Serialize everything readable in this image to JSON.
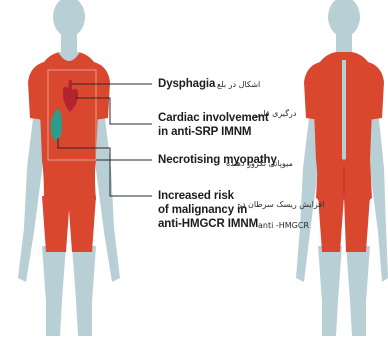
{
  "colors": {
    "skin": "#b9cfd6",
    "muscle": "#d9472f",
    "heart": "#b3242f",
    "lung": "#2e9c8b",
    "line": "#2a2a2a"
  },
  "annotations": {
    "dysphagia": {
      "en": "Dysphagia",
      "fa": "اشکال در بلع"
    },
    "cardiac": {
      "en": [
        "Cardiac involvement",
        "in anti-SRP IMNM"
      ],
      "fa": "درگیری قلبی"
    },
    "necrotising": {
      "en": "Necrotising myopathy",
      "fa": "میوپاتی نکروز دهنده"
    },
    "malignancy": {
      "en": [
        "Increased risk",
        "of malignancy in",
        "anti-HMGCR IMNM"
      ],
      "fa": [
        "افزایش ریسک سرطان در",
        "anti -HMGCR"
      ]
    }
  }
}
